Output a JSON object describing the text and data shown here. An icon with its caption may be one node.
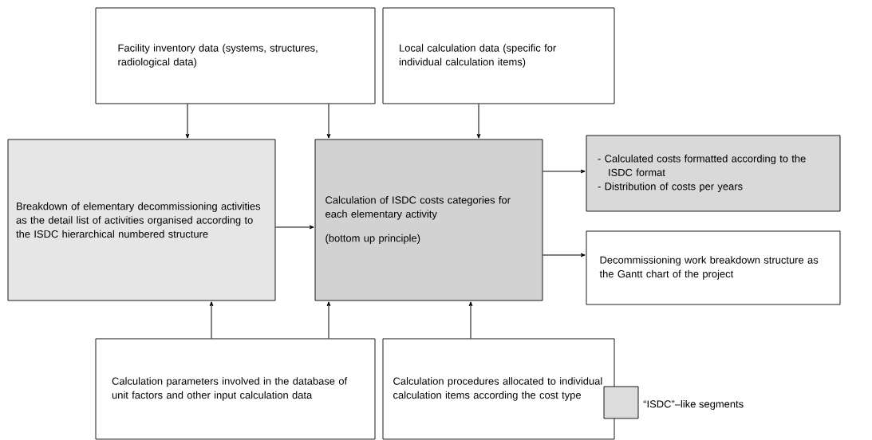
{
  "diagram": {
    "nodes": [
      {
        "text": [
          "Facility inventory data (systems, structures, radiological data)"
        ]
      },
      {
        "text": [
          "Local calculation data (specific for individual calculation items)"
        ]
      },
      {
        "text": [
          "Breakdown of elementary decommissioning activities as the detail list of activities organised according to the ISDC hierarchical numbered structure"
        ]
      },
      {
        "text": [
          "Calculation of ISDC costs categories for each elementary activity",
          "(bottom up principle)"
        ]
      },
      {
        "text": [
          "- Calculated costs formatted according to the ISDC format",
          "- Distribution of costs per years"
        ]
      },
      {
        "text": [
          "Decommissioning work breakdown structure as the Gantt chart of the project"
        ]
      },
      {
        "text": [
          "Calculation parameters involved in the database of unit factors and other input calculation data"
        ]
      },
      {
        "text": [
          "Calculation procedures allocated to individual calculation items according the cost type"
        ]
      }
    ],
    "edges": [
      {
        "from": 0,
        "to": 2,
        "arrow": "to"
      },
      {
        "from": 0,
        "to": 3,
        "arrow": "to"
      },
      {
        "from": 1,
        "to": 3,
        "arrow": "to"
      },
      {
        "from": 2,
        "to": 3,
        "arrow": "to"
      },
      {
        "from": 3,
        "to": 4,
        "arrow": "to"
      },
      {
        "from": 3,
        "to": 5,
        "arrow": "to"
      },
      {
        "from": 6,
        "to": 2,
        "arrow": "to"
      },
      {
        "from": 6,
        "to": 3,
        "arrow": "to"
      },
      {
        "from": 7,
        "to": 3,
        "arrow": "to"
      }
    ],
    "legend": [
      {
        "text": "“ISDC”–like segments",
        "color": "#dcdcdc"
      }
    ]
  }
}
